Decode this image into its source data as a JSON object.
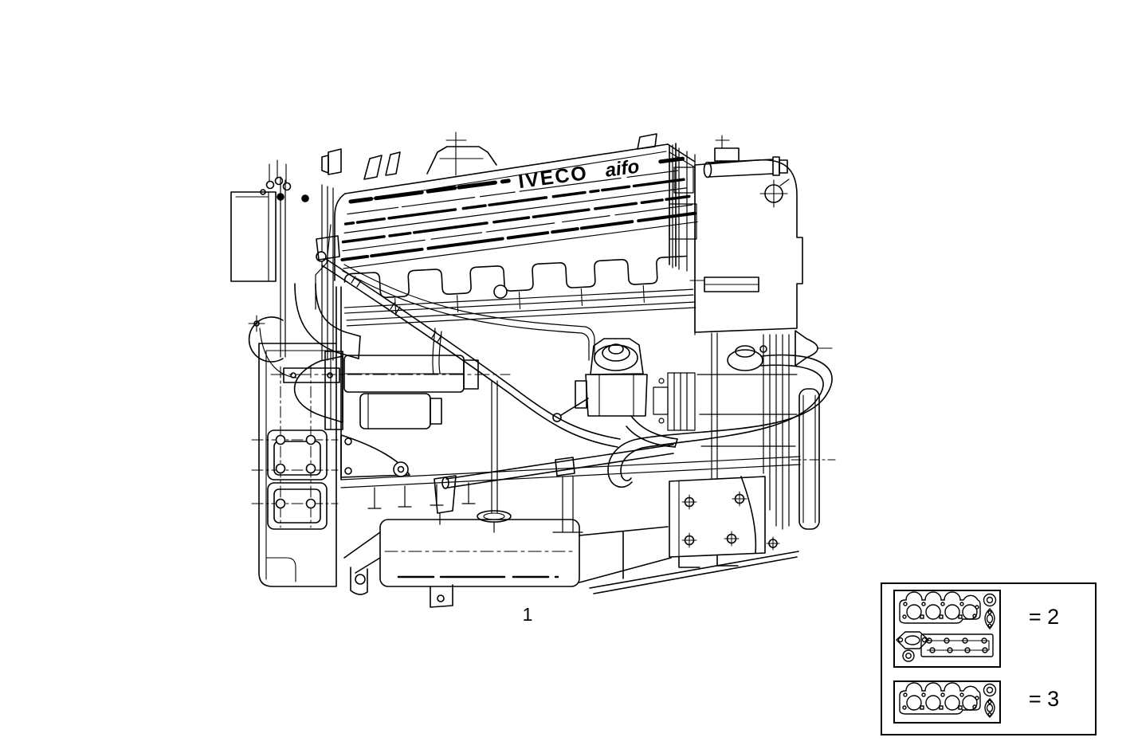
{
  "figure": {
    "item_label": "1",
    "engine": {
      "brand_primary": "IVECO",
      "brand_secondary": "aifo"
    }
  },
  "legend": {
    "items": [
      {
        "label": "= 2",
        "kit_icon": "full-gasket-kit-icon"
      },
      {
        "label": "= 3",
        "kit_icon": "head-gasket-kit-icon"
      }
    ]
  },
  "colors": {
    "line": "#000000",
    "background": "#ffffff"
  }
}
